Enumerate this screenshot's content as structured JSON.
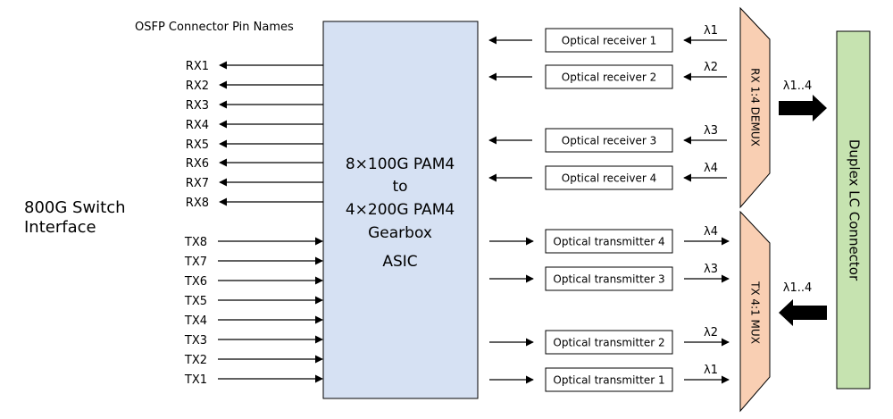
{
  "labels": {
    "pin_names_header": "OSFP Connector Pin Names",
    "switch_interface": [
      "800G Switch",
      "Interface"
    ],
    "asic": [
      "8×100G PAM4",
      "to",
      "4×200G PAM4",
      "Gearbox",
      "ASIC"
    ],
    "demux": "RX 1:4 DEMUX",
    "mux": "TX 4:1 MUX",
    "connector": "Duplex LC Connector",
    "lambda_all_rx": "λ1..4",
    "lambda_all_tx": "λ1..4"
  },
  "rx_pins": [
    "RX1",
    "RX2",
    "RX3",
    "RX4",
    "RX5",
    "RX6",
    "RX7",
    "RX8"
  ],
  "tx_pins": [
    "TX8",
    "TX7",
    "TX6",
    "TX5",
    "TX4",
    "TX3",
    "TX2",
    "TX1"
  ],
  "receivers": [
    {
      "label": "Optical receiver 1",
      "lambda": "λ1"
    },
    {
      "label": "Optical receiver 2",
      "lambda": "λ2"
    },
    {
      "label": "Optical receiver 3",
      "lambda": "λ3"
    },
    {
      "label": "Optical receiver 4",
      "lambda": "λ4"
    }
  ],
  "transmitters": [
    {
      "label": "Optical transmitter 4",
      "lambda": "λ4"
    },
    {
      "label": "Optical transmitter 3",
      "lambda": "λ3"
    },
    {
      "label": "Optical transmitter 2",
      "lambda": "λ2"
    },
    {
      "label": "Optical transmitter 1",
      "lambda": "λ1"
    }
  ],
  "colors": {
    "asic_fill": "#d6e1f3",
    "mux_fill": "#f9cfb3",
    "connector_fill": "#c6e3b0",
    "line": "#000000"
  }
}
